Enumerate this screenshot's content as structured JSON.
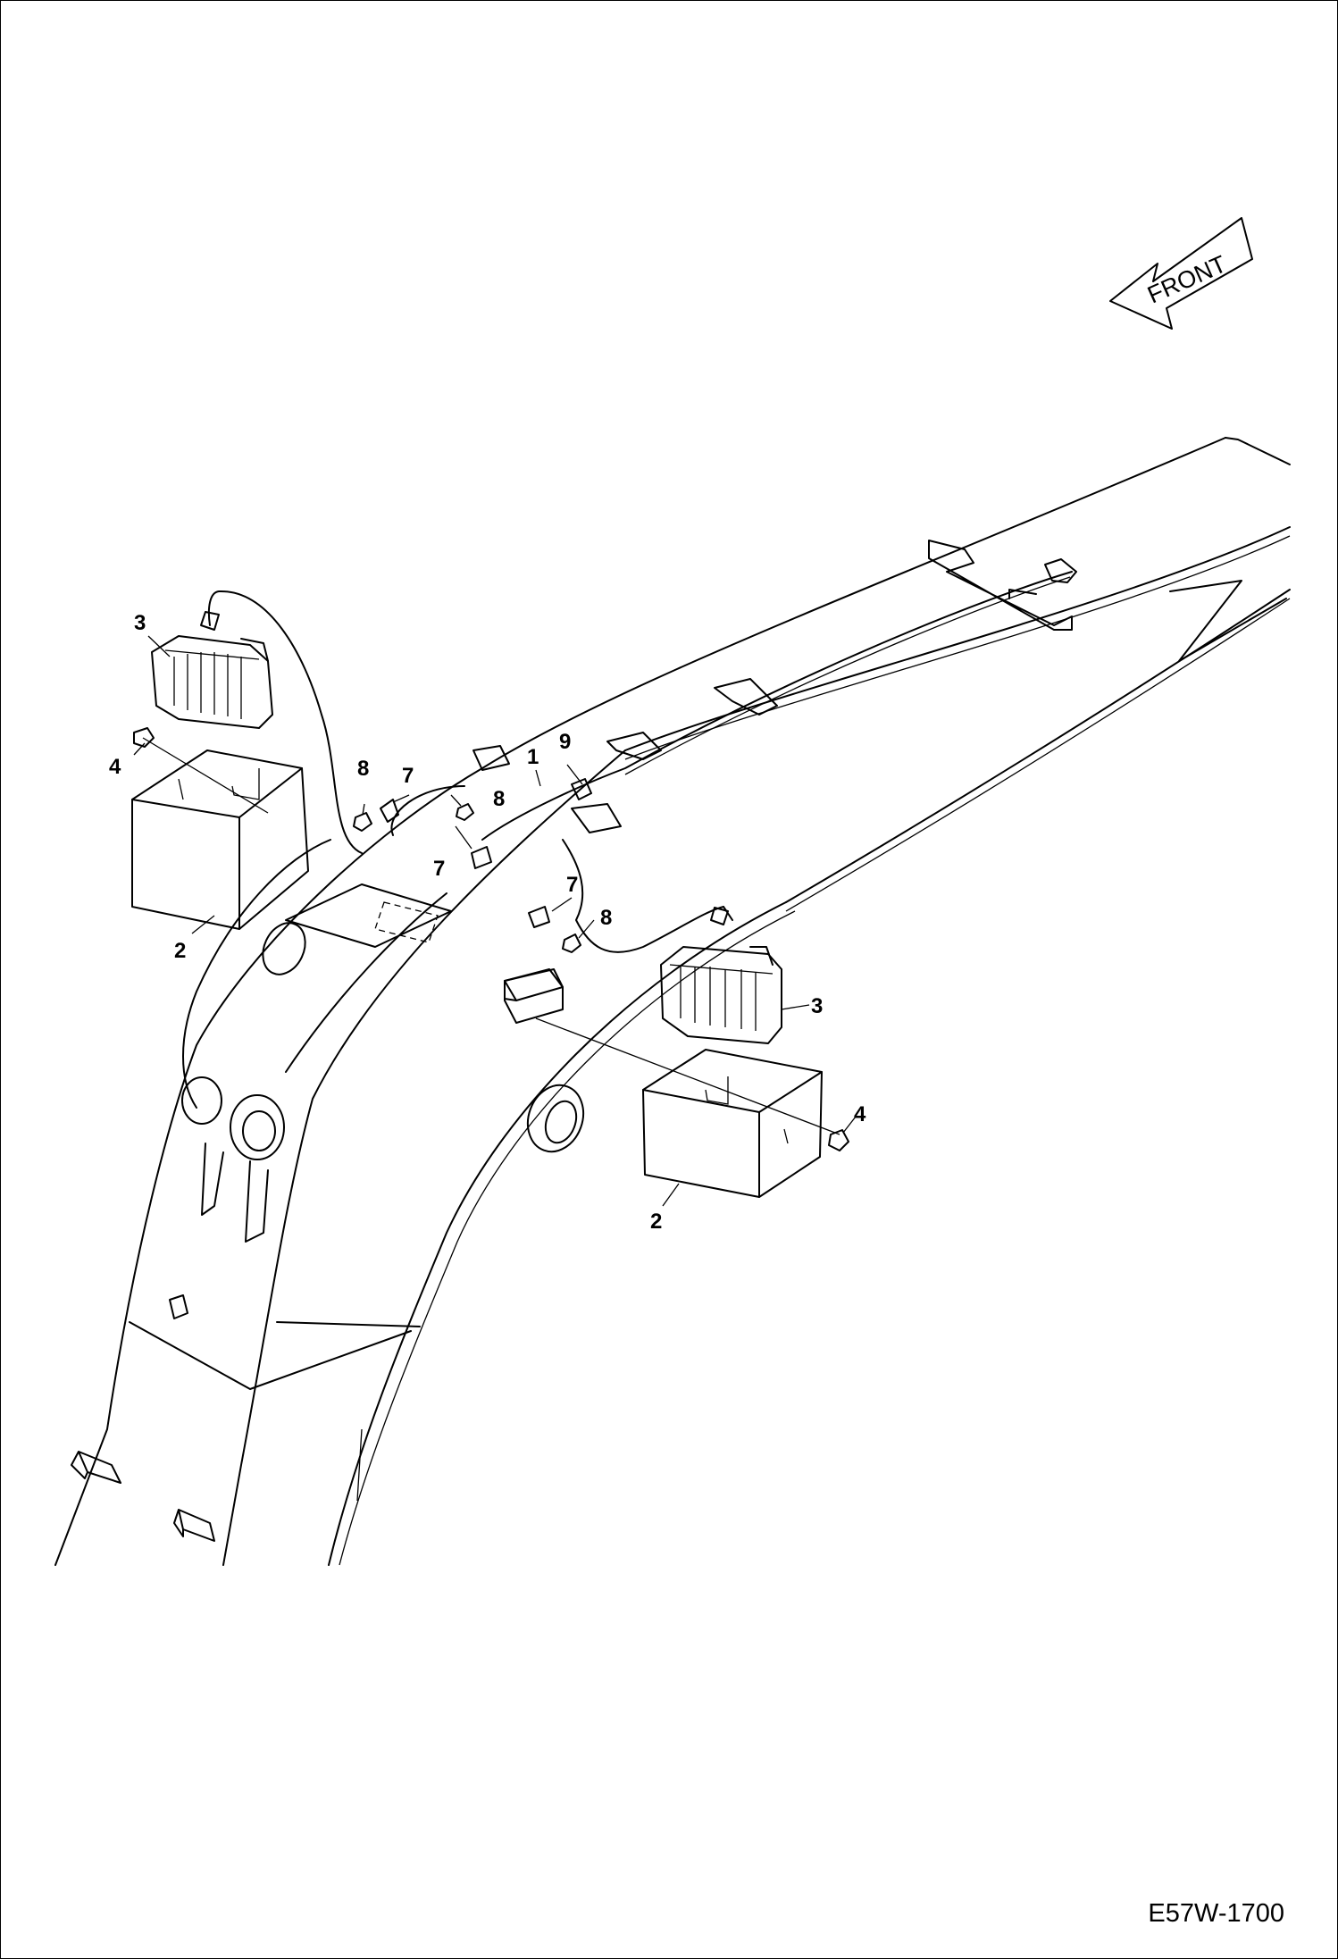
{
  "orientation_label": "FRONT",
  "drawing_id": "E57W-1700",
  "callouts": {
    "c1": "1",
    "c2a": "2",
    "c2b": "2",
    "c3a": "3",
    "c3b": "3",
    "c4a": "4",
    "c4b": "4",
    "c7a": "7",
    "c7b": "7",
    "c7c": "7",
    "c8a": "8",
    "c8b": "8",
    "c8c": "8",
    "c9": "9"
  }
}
